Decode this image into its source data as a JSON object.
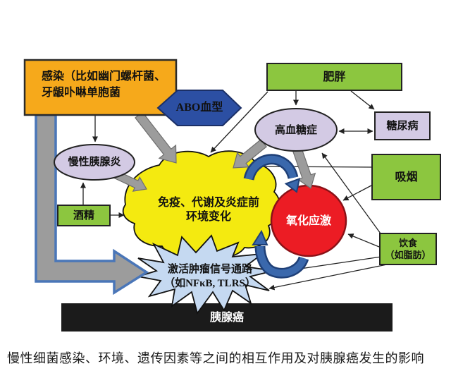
{
  "figure": {
    "caption": "慢性细菌感染、环境、遗传因素等之间的相互作用及对胰腺癌发生的影响"
  },
  "nodes": {
    "infection": {
      "line1": "感染（比如幽门螺杆菌、",
      "line2": "牙龈卟啉单胞菌"
    },
    "abo_blood_type": {
      "label": "ABO血型"
    },
    "obesity": {
      "label": "肥胖"
    },
    "hyperglycemia": {
      "label": "高血糖症"
    },
    "diabetes": {
      "label": "糖尿病"
    },
    "smoking": {
      "label": "吸烟"
    },
    "chronic_pancreatitis": {
      "label": "慢性胰腺炎"
    },
    "alcohol": {
      "label": "酒精"
    },
    "microenvironment": {
      "line1": "免疫、代谢及炎症前",
      "line2": "环境变化"
    },
    "oxidative_stress": {
      "label": "氧化应激"
    },
    "diet": {
      "line1": "饮食",
      "line2": "（如脂肪）"
    },
    "tumor_signaling": {
      "line1": "激活肿瘤信号通路",
      "line2": "（如NFκB, TLRS）"
    },
    "pancreatic_cancer": {
      "label": "胰腺癌"
    }
  },
  "edges": [
    {
      "from": "infection",
      "to": "chronic_pancreatitis",
      "style": "thin"
    },
    {
      "from": "infection",
      "to": "microenvironment",
      "style": "thick-gray"
    },
    {
      "from": "infection",
      "to": "tumor_signaling",
      "style": "thick-gray-blue-outline"
    },
    {
      "from": "alcohol",
      "to": "chronic_pancreatitis",
      "style": "thin"
    },
    {
      "from": "alcohol",
      "to": "microenvironment",
      "style": "thin"
    },
    {
      "from": "chronic_pancreatitis",
      "to": "microenvironment",
      "style": "thick-gray"
    },
    {
      "from": "obesity",
      "to": "hyperglycemia",
      "style": "thin"
    },
    {
      "from": "obesity",
      "to": "diabetes",
      "style": "thin"
    },
    {
      "from": "obesity",
      "to": "microenvironment",
      "style": "thin"
    },
    {
      "from": "hyperglycemia",
      "to": "diabetes",
      "style": "thin-double"
    },
    {
      "from": "hyperglycemia",
      "to": "microenvironment",
      "style": "thick-gray"
    },
    {
      "from": "hyperglycemia",
      "to": "oxidative_stress",
      "style": "thick-gray"
    },
    {
      "from": "smoking",
      "to": "microenvironment",
      "style": "thin"
    },
    {
      "from": "smoking",
      "to": "oxidative_stress",
      "style": "thin"
    },
    {
      "from": "diet",
      "to": "hyperglycemia",
      "style": "thin"
    },
    {
      "from": "diet",
      "to": "oxidative_stress",
      "style": "thin"
    },
    {
      "from": "diet",
      "to": "tumor_signaling",
      "style": "thin"
    },
    {
      "from": "microenvironment",
      "to": "oxidative_stress",
      "style": "blue-cycle"
    },
    {
      "from": "oxidative_stress",
      "to": "microenvironment",
      "style": "blue-cycle"
    }
  ],
  "colors": {
    "infection_fill": "#F6A91B",
    "abo_fill": "#2C4FA3",
    "green_fill": "#8CC63F",
    "lavender_fill": "#D3CAE4",
    "blob_fill": "#F4EA10",
    "red_fill": "#EC1C24",
    "starburst_fill": "#C5D9F1",
    "bar_fill": "#1B1B1B",
    "arrow_gray": "#9C9C9C",
    "arrow_blue_outline": "#4A76B8",
    "cycle_blue": "#3A68AC"
  }
}
